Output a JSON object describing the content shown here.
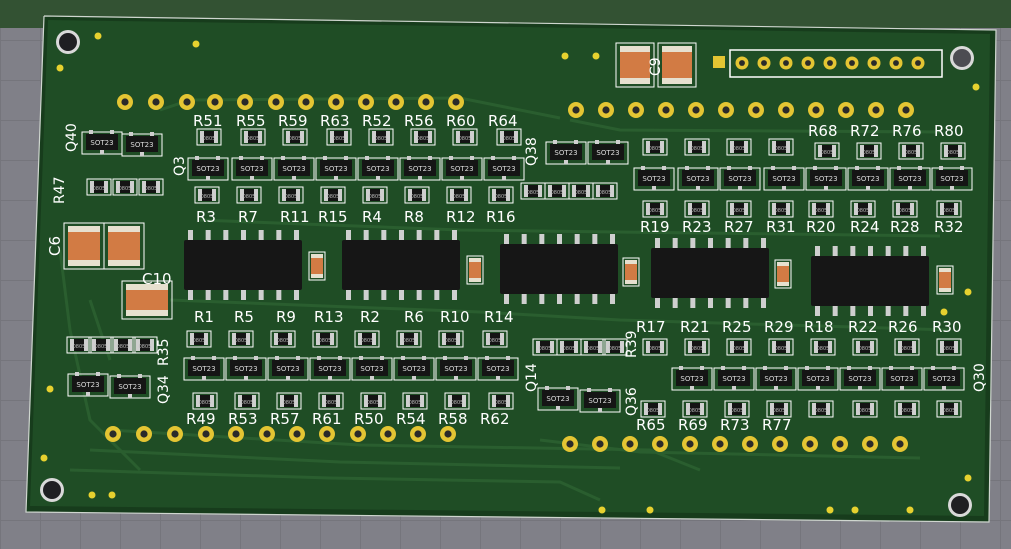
{
  "app": {
    "title": "PCB 3D Viewer"
  },
  "colors": {
    "board": "#1d4a23",
    "silk": "#ffffff",
    "pad": "#c8b14d",
    "copper": "#e4c533",
    "ic": "#161616",
    "cap": "#d27b44"
  },
  "labels": {
    "top_left": [
      "R51",
      "R55",
      "R59",
      "R63",
      "R52",
      "R56",
      "R60",
      "R64"
    ],
    "top_right": [
      "R68",
      "R72",
      "R76",
      "R80"
    ],
    "mid_left": [
      "R3",
      "R7",
      "R11",
      "R15",
      "R4",
      "R8",
      "R12",
      "R16"
    ],
    "mid_right": [
      "R19",
      "R23",
      "R27",
      "R31",
      "R20",
      "R24",
      "R28",
      "R32"
    ],
    "low_left": [
      "R1",
      "R5",
      "R9",
      "R13",
      "R2",
      "R6",
      "R10",
      "R14"
    ],
    "low_right": [
      "R17",
      "R21",
      "R25",
      "R29",
      "R18",
      "R22",
      "R26",
      "R30"
    ],
    "bot_left": [
      "R49",
      "R53",
      "R57",
      "R61",
      "R50",
      "R54",
      "R58",
      "R62"
    ],
    "bot_right": [
      "R65",
      "R69",
      "R73",
      "R77"
    ],
    "misc": {
      "q40": "Q40",
      "q3": "Q3",
      "r47": "R47",
      "c6": "C6",
      "c10": "C10",
      "r35": "R35",
      "q34": "Q34",
      "q38": "Q38",
      "q14": "Q14",
      "q36": "Q36",
      "q30": "Q30",
      "r39": "R39",
      "c9": "C9"
    }
  },
  "packages": {
    "sot": "SOT23",
    "res": "0805"
  }
}
